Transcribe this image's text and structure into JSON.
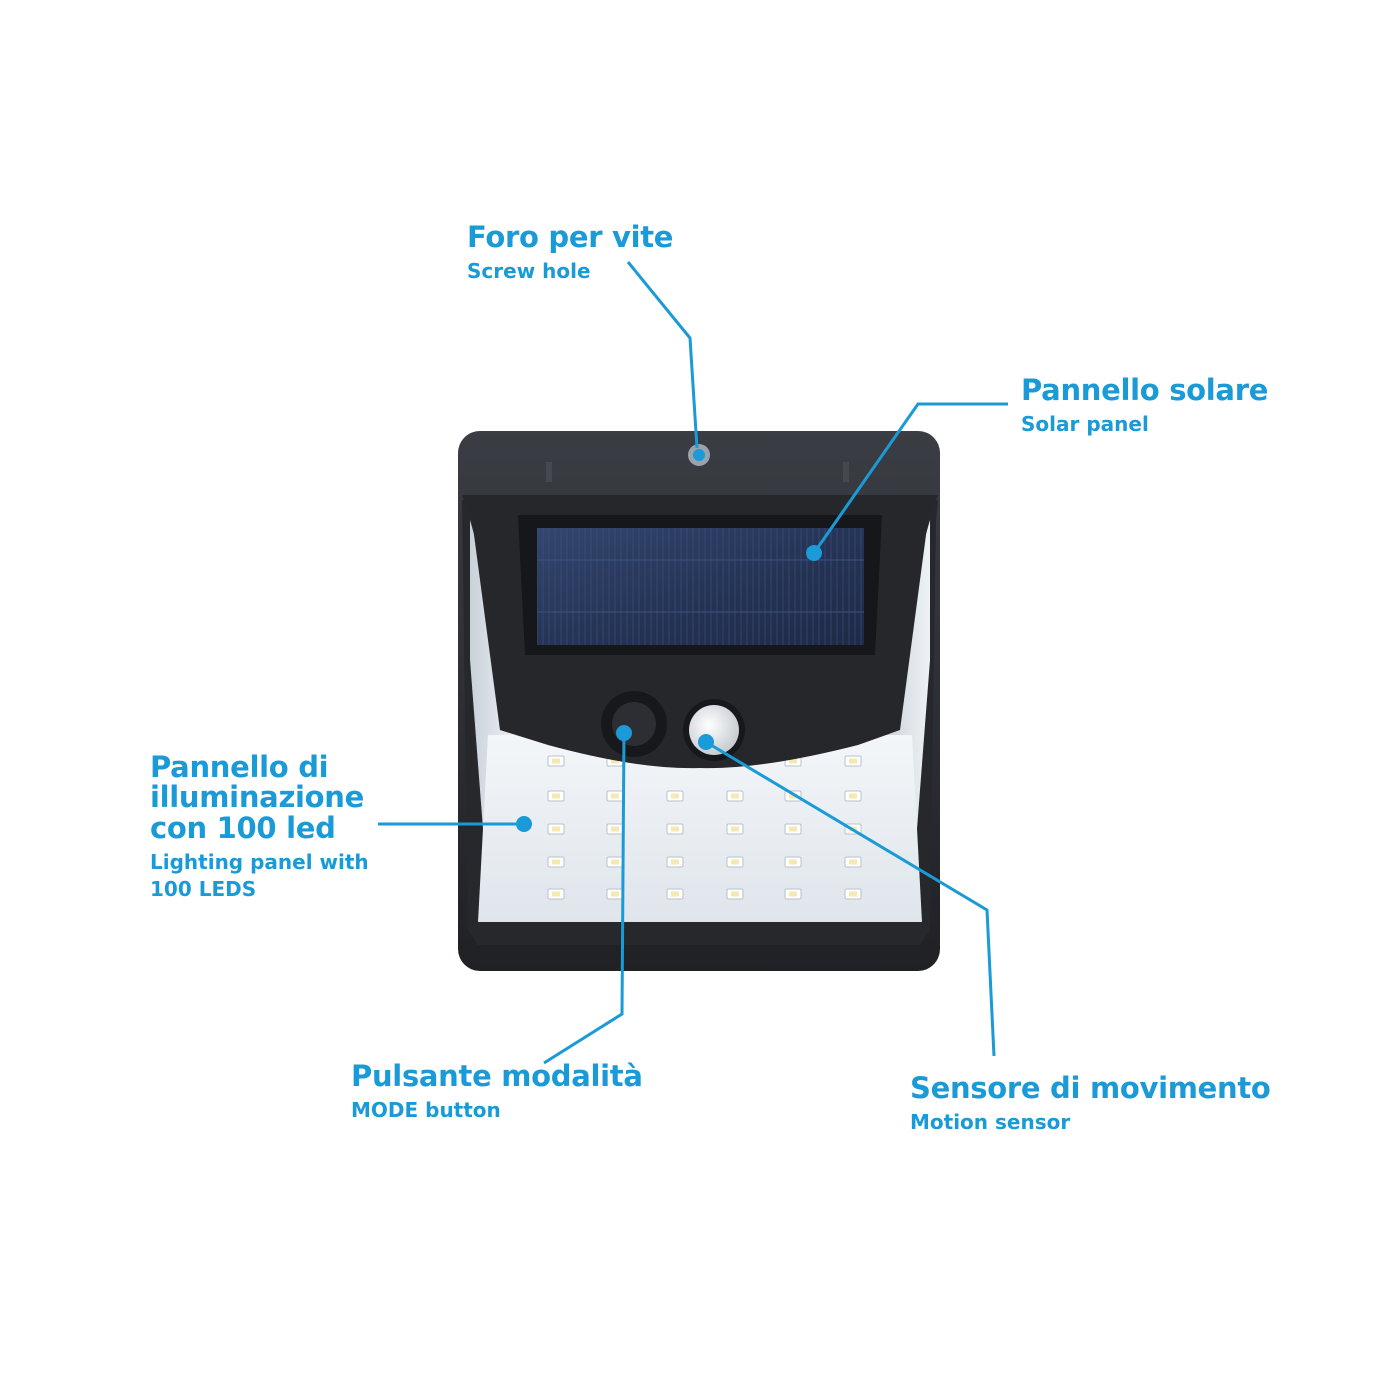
{
  "colors": {
    "accent": "#1a9ad6",
    "housing": "#2a2c30",
    "solar_cell": "#2b3a5c",
    "led_panel": "#e6ebf0",
    "background": "#ffffff"
  },
  "callouts": {
    "screw_hole": {
      "title": "Foro per vite",
      "subtitle": "Screw hole"
    },
    "solar_panel": {
      "title": "Pannello solare",
      "subtitle": "Solar panel"
    },
    "lighting_panel": {
      "title": "Pannello di illuminazione con 100 led",
      "subtitle": "Lighting panel with 100 LEDS"
    },
    "mode_button": {
      "title": "Pulsante modalità",
      "subtitle": "MODE button"
    },
    "motion_sensor": {
      "title": "Sensore di movimento",
      "subtitle": "Motion sensor"
    }
  }
}
